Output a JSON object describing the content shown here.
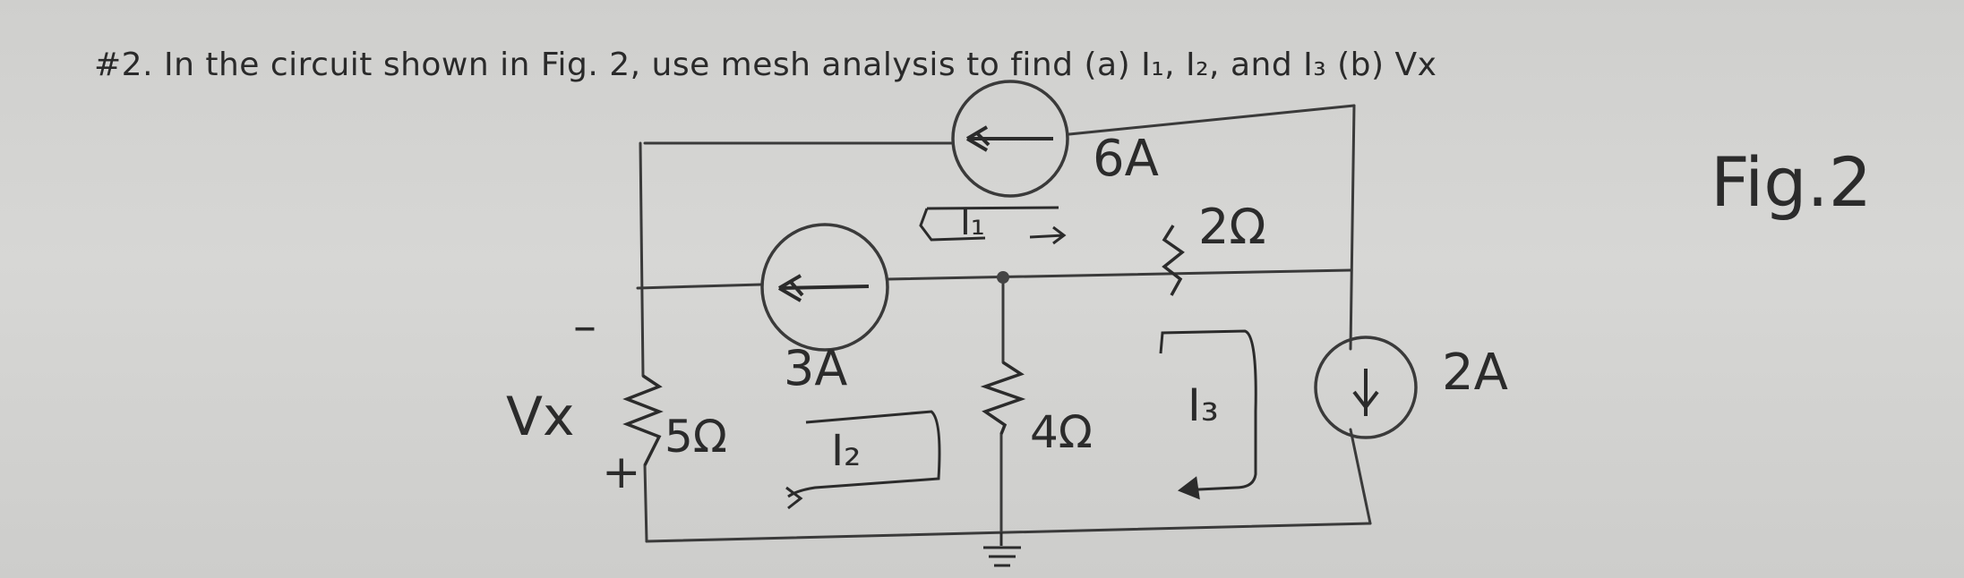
{
  "problem": {
    "statement": "#2. In the circuit shown in Fig. 2, use mesh analysis to find (a) I₁, I₂, and I₃ (b) Vx"
  },
  "figure_label": "Fig.2",
  "labels": {
    "source_6a": "6A",
    "source_3a": "3A",
    "source_2a": "2A",
    "r_2ohm": "2Ω",
    "r_4ohm": "4Ω",
    "r_5ohm": "5Ω",
    "mesh_i1": "I₁",
    "mesh_i2": "I₂",
    "mesh_i3": "I₃",
    "vx_label": "Vx",
    "vx_minus": "–",
    "vx_plus": "+"
  }
}
